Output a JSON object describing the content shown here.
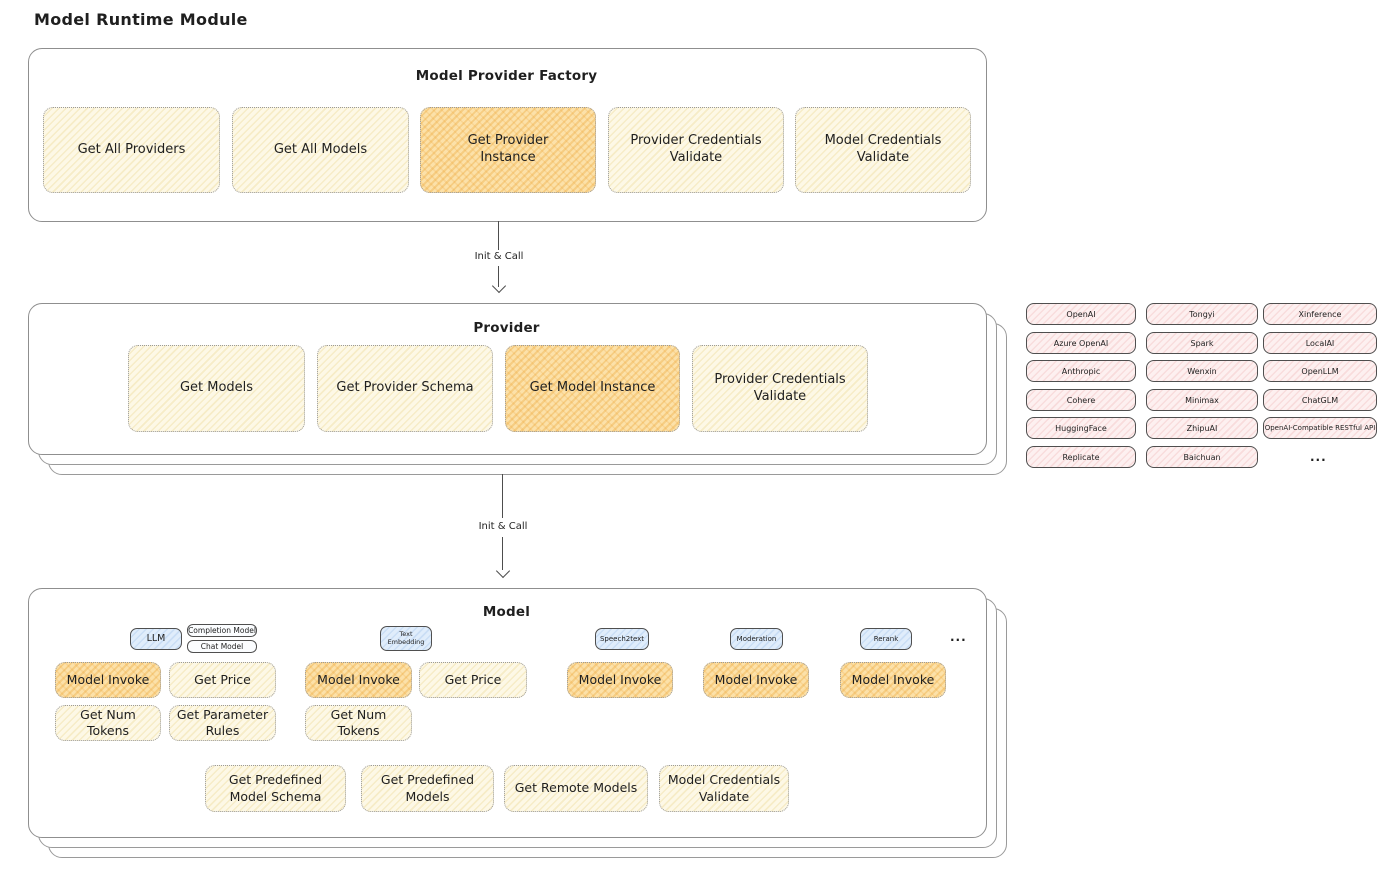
{
  "page_title": "Model Runtime Module",
  "factory": {
    "title": "Model Provider Factory",
    "boxes": [
      "Get All Providers",
      "Get All Models",
      "Get Provider Instance",
      "Provider Credentials Validate",
      "Model Credentials Validate"
    ]
  },
  "arrows": {
    "init_call_1": "Init & Call",
    "init_call_2": "Init & Call"
  },
  "provider": {
    "title": "Provider",
    "boxes": [
      "Get Models",
      "Get Provider Schema",
      "Get Model Instance",
      "Provider Credentials Validate"
    ]
  },
  "provider_chips": {
    "col1": [
      "OpenAI",
      "Azure OpenAI",
      "Anthropic",
      "Cohere",
      "HuggingFace",
      "Replicate"
    ],
    "col2": [
      "Tongyi",
      "Spark",
      "Wenxin",
      "Minimax",
      "ZhipuAI",
      "Baichuan"
    ],
    "col3": [
      "Xinference",
      "LocalAI",
      "OpenLLM",
      "ChatGLM",
      "OpenAI-Compatible RESTful API"
    ],
    "more": "..."
  },
  "model": {
    "title": "Model",
    "tabs": {
      "llm": "LLM",
      "completion_model": "Completion Model",
      "chat_model": "Chat Model",
      "text_embedding": "Text Embedding",
      "speech2text": "Speech2text",
      "moderation": "Moderation",
      "rerank": "Rerank",
      "more": "..."
    },
    "llm": {
      "invoke": "Model Invoke",
      "get_price": "Get Price",
      "get_num_tokens": "Get Num Tokens",
      "get_parameter_rules": "Get Parameter Rules"
    },
    "text_embedding": {
      "invoke": "Model Invoke",
      "get_price": "Get Price",
      "get_num_tokens": "Get Num Tokens"
    },
    "speech2text": {
      "invoke": "Model Invoke"
    },
    "moderation": {
      "invoke": "Model Invoke"
    },
    "rerank": {
      "invoke": "Model Invoke"
    },
    "shared": [
      "Get Predefined Model Schema",
      "Get Predefined Models",
      "Get Remote Models",
      "Model Credentials Validate"
    ]
  },
  "palette": {
    "highlight_fill": "#fce1a9",
    "plain_fill": "#fdf8e6",
    "provider_chip_fill": "#fdf0f0",
    "model_type_fill": "#e0edfb",
    "container_border": "#8f8f8f",
    "node_border": "#9a9a9a",
    "ink": "#1f1f1f"
  }
}
